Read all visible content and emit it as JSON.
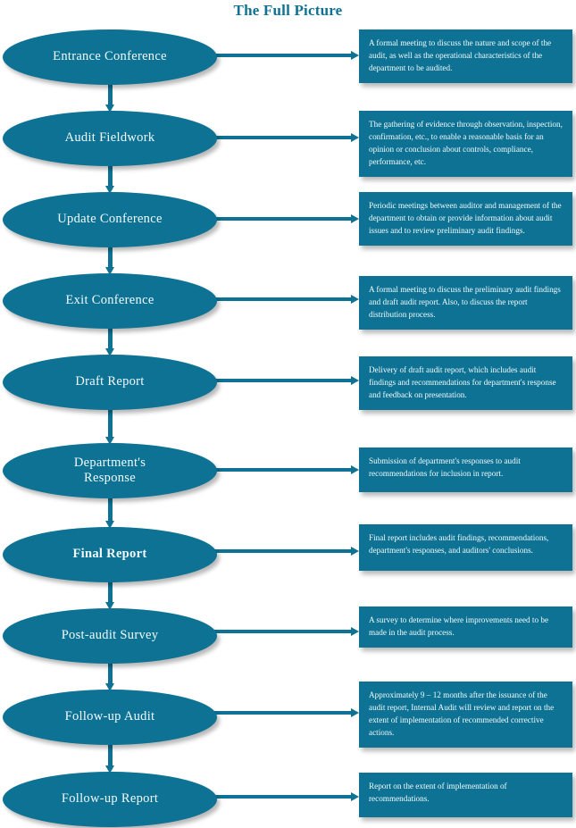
{
  "title": "The Full Picture",
  "theme": {
    "accent": "#0d7293",
    "text_on_accent": "#f2fbfd",
    "background": "#ffffff"
  },
  "flow": {
    "steps": [
      {
        "id": "entrance-conference",
        "label": "Entrance Conference",
        "bold": false,
        "description": "A formal meeting to discuss the nature and scope of the audit, as well as the operational characteristics of the department to be audited."
      },
      {
        "id": "audit-fieldwork",
        "label": "Audit Fieldwork",
        "bold": false,
        "description": "The gathering of evidence through observation, inspection, confirmation, etc., to enable a reasonable basis for an opinion or conclusion about controls, compliance, performance, etc."
      },
      {
        "id": "update-conference",
        "label": "Update Conference",
        "bold": false,
        "description": "Periodic meetings between auditor and management of the department to obtain or provide information about audit issues and to review preliminary audit findings."
      },
      {
        "id": "exit-conference",
        "label": "Exit Conference",
        "bold": false,
        "description": "A formal meeting to discuss the preliminary audit findings and draft audit report. Also, to discuss the report distribution process."
      },
      {
        "id": "draft-report",
        "label": "Draft Report",
        "bold": false,
        "description": "Delivery of draft audit report, which includes audit findings and recommendations for department's response and feedback on presentation."
      },
      {
        "id": "departments-response",
        "label": "Department's\nResponse",
        "bold": false,
        "description": "Submission of department's responses to audit recommendations for inclusion in report."
      },
      {
        "id": "final-report",
        "label": "Final Report",
        "bold": true,
        "description": "Final report includes audit findings, recommendations, department's responses, and auditors' conclusions."
      },
      {
        "id": "post-audit-survey",
        "label": "Post-audit Survey",
        "bold": false,
        "description": "A survey to determine where improvements need to be made in the audit process."
      },
      {
        "id": "follow-up-audit",
        "label": "Follow-up Audit",
        "bold": false,
        "description": "Approximately 9 – 12 months after the issuance of the audit report, Internal Audit will review and report on the extent of implementation of recommended corrective actions."
      },
      {
        "id": "follow-up-report",
        "label": "Follow-up Report",
        "bold": false,
        "description": "Report on the extent of implementation of recommendations."
      }
    ]
  }
}
